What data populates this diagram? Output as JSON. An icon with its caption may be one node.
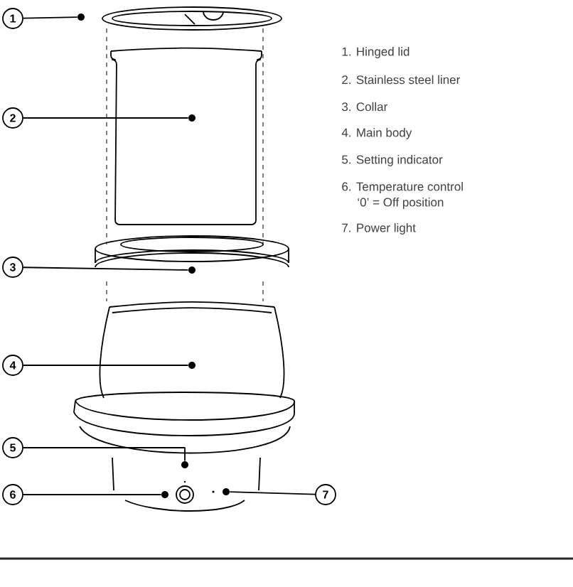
{
  "diagram": {
    "nodes": [
      {
        "text": [
          "1"
        ]
      },
      {
        "text": [
          "2"
        ]
      },
      {
        "text": [
          "3"
        ]
      },
      {
        "text": [
          "4"
        ]
      },
      {
        "text": [
          "5"
        ]
      },
      {
        "text": [
          "6"
        ]
      },
      {
        "text": [
          "7"
        ]
      },
      {
        "text": [],
        "shape": "circle"
      },
      {
        "text": [],
        "shape": "circle"
      },
      {
        "text": [],
        "shape": "circle"
      },
      {
        "text": [],
        "shape": "circle"
      },
      {
        "text": [],
        "shape": "circle"
      },
      {
        "text": [],
        "shape": "circle"
      },
      {
        "text": [],
        "shape": "circle"
      }
    ],
    "edges": [
      {
        "from": 0,
        "to": 7,
        "arrow": "none"
      },
      {
        "from": 1,
        "to": 8,
        "arrow": "none"
      },
      {
        "from": 2,
        "to": 9,
        "arrow": "none"
      },
      {
        "from": 3,
        "to": 10,
        "arrow": "none"
      },
      {
        "from": 4,
        "to": 11,
        "arrow": "none"
      },
      {
        "from": 5,
        "to": 12,
        "arrow": "none"
      },
      {
        "from": 6,
        "to": 13,
        "arrow": "none"
      }
    ],
    "labels": [
      "1. Hinged lid",
      "2. Stainless steel liner",
      "3. Collar",
      "4. Main body",
      "5. Setting indicator",
      "6. Temperature control",
      "‘0’ = Off position",
      "7. Power light"
    ]
  }
}
